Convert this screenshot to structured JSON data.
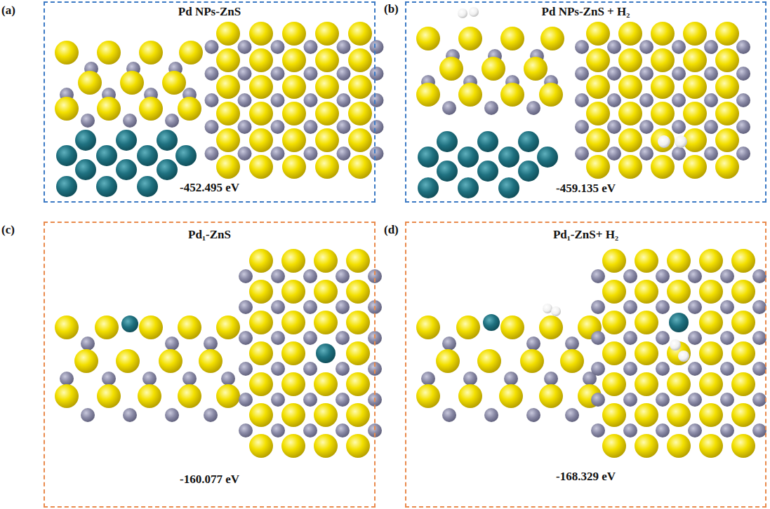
{
  "diagram": {
    "nodes": [
      {
        "text": [
          "Pd NPs-ZnS",
          "-452.495 eV"
        ]
      },
      {
        "text": [
          "Pd NPs-ZnS + H₂",
          "-459.135 eV"
        ]
      },
      {
        "text": [
          "Pd₁-ZnS",
          "-160.077 eV"
        ]
      },
      {
        "text": [
          "Pd₁-ZnS+ H₂",
          "-168.329 eV"
        ]
      }
    ],
    "labels": [
      "(a)",
      "(b)",
      "(c)",
      "(d)"
    ]
  }
}
